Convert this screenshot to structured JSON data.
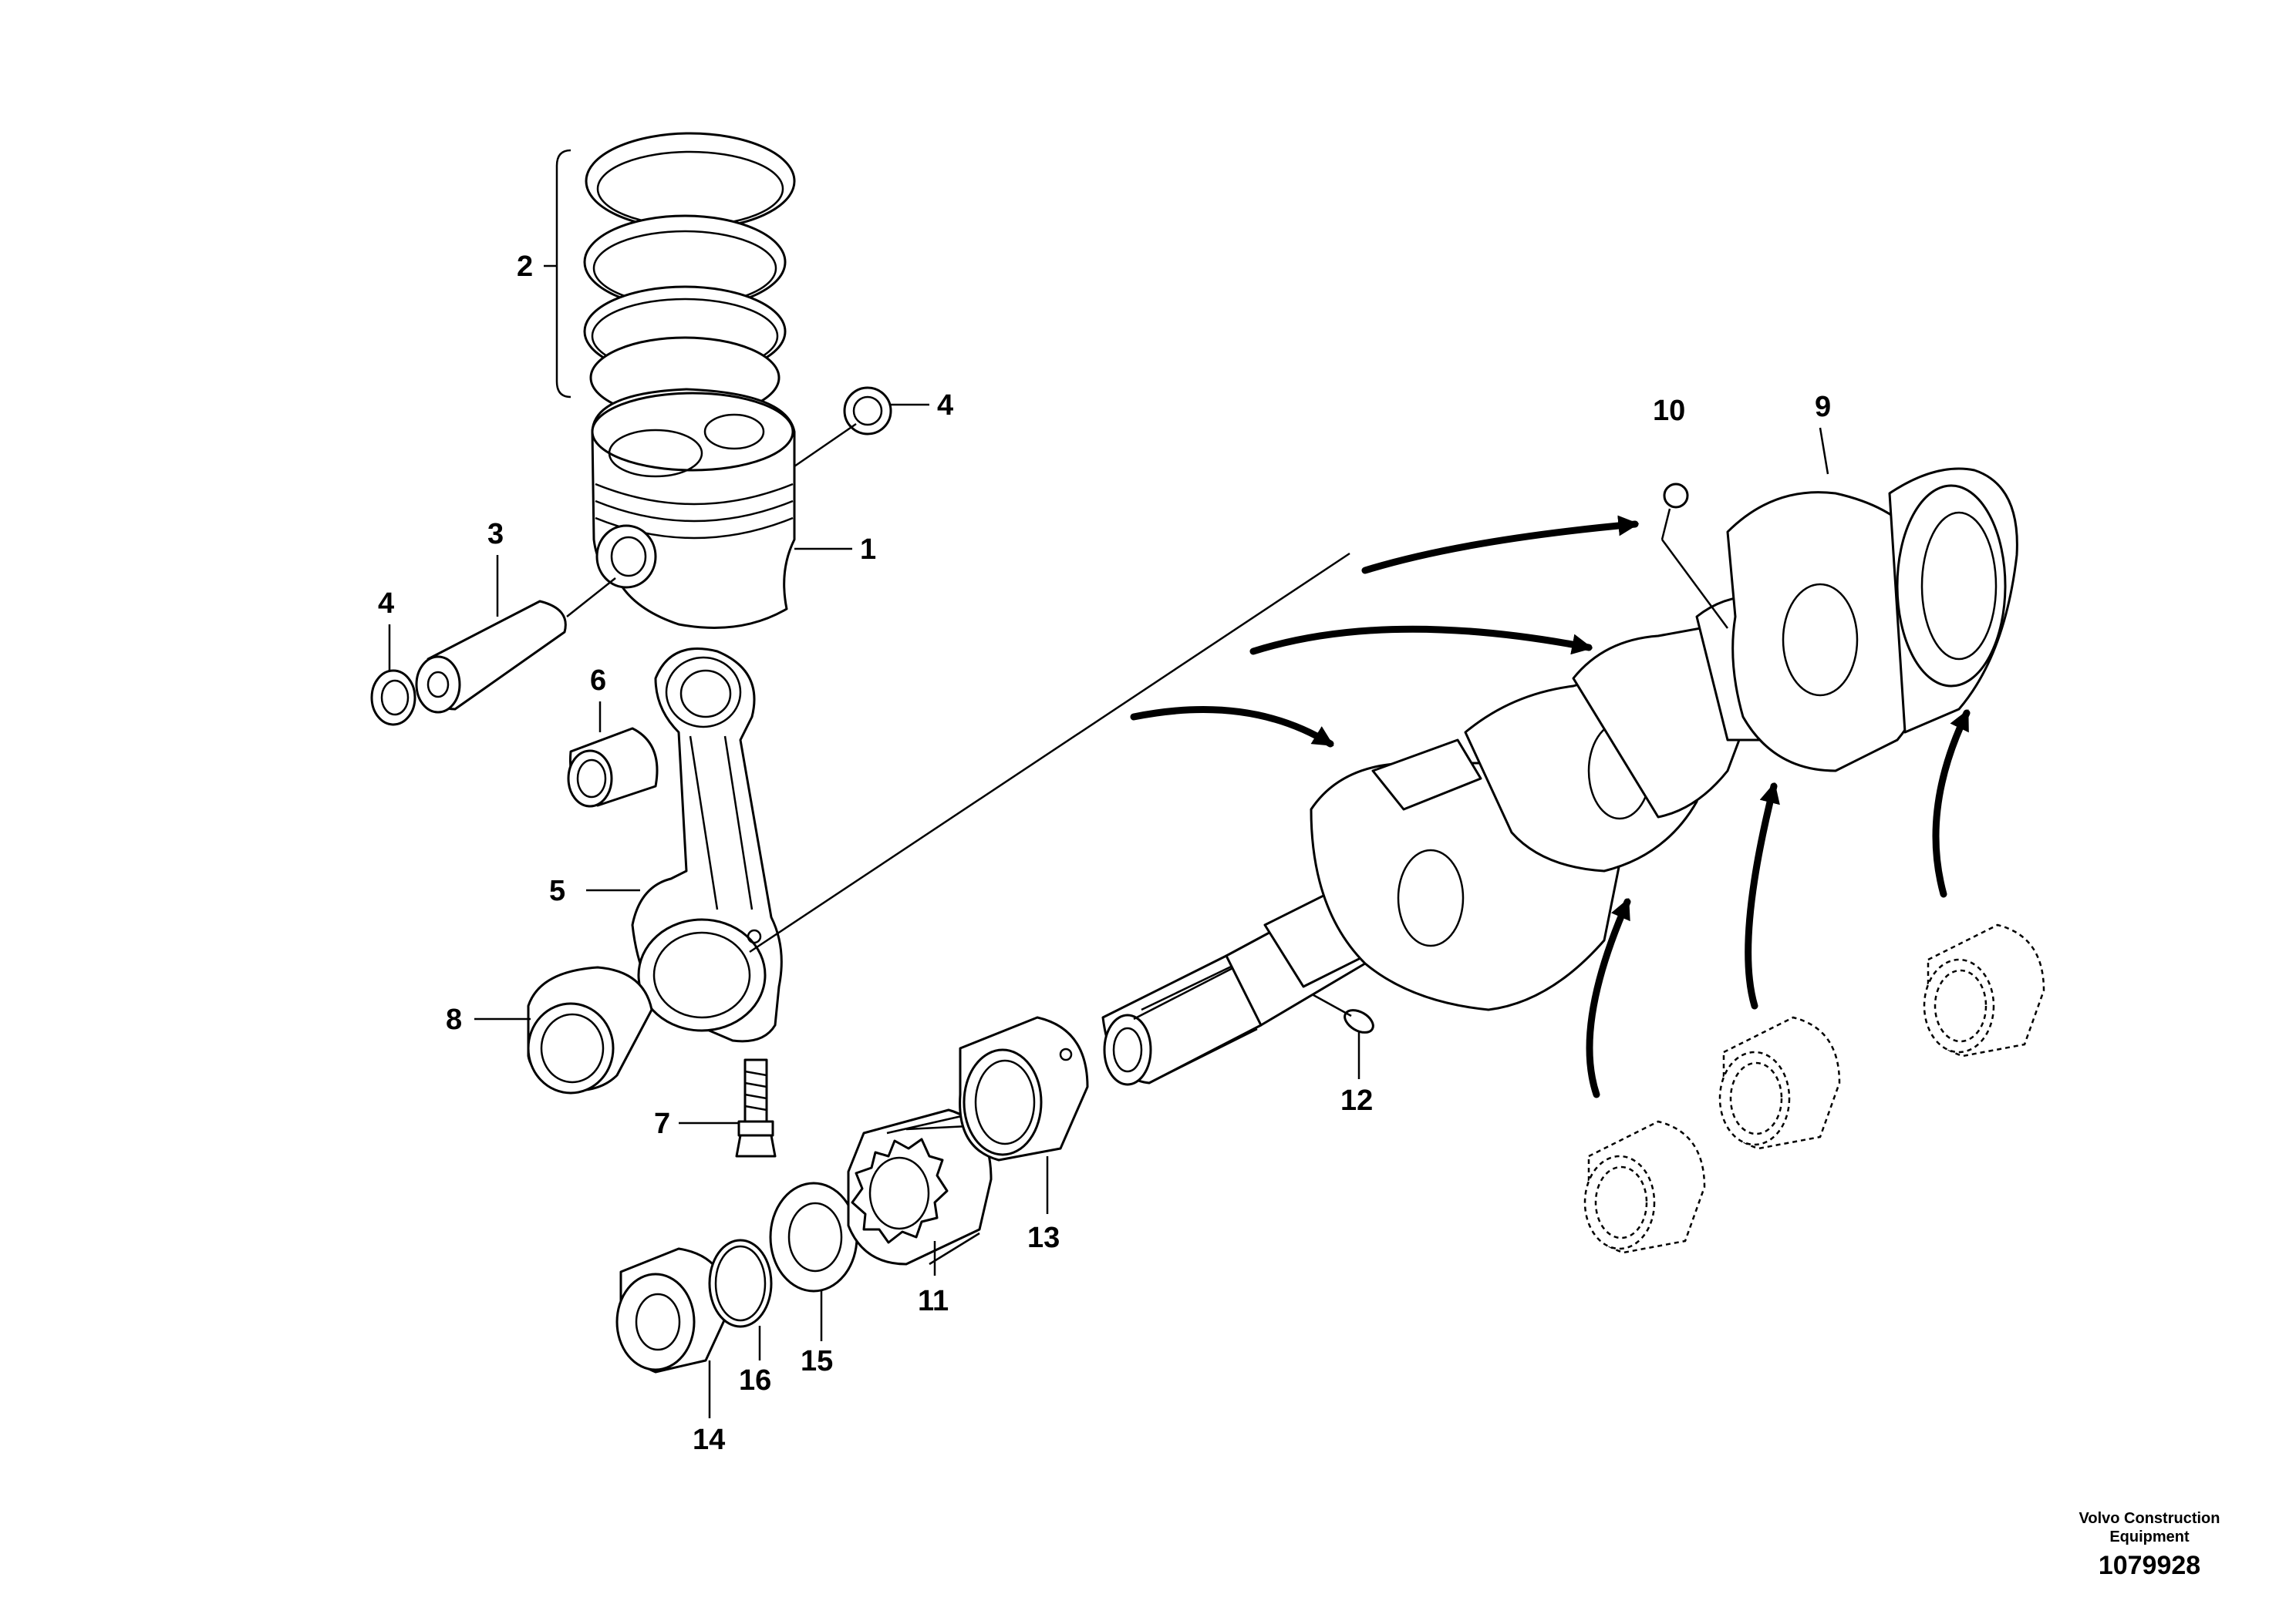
{
  "diagram": {
    "labels": {
      "l1": "1",
      "l2": "2",
      "l3": "3",
      "l4a": "4",
      "l4b": "4",
      "l5": "5",
      "l6": "6",
      "l7": "7",
      "l8": "8",
      "l9": "9",
      "l10": "10",
      "l11": "11",
      "l12": "12",
      "l13": "13",
      "l14": "14",
      "l15": "15",
      "l16": "16"
    }
  },
  "footer": {
    "company": "Volvo Construction Equipment",
    "drawing_number": "1079928"
  }
}
